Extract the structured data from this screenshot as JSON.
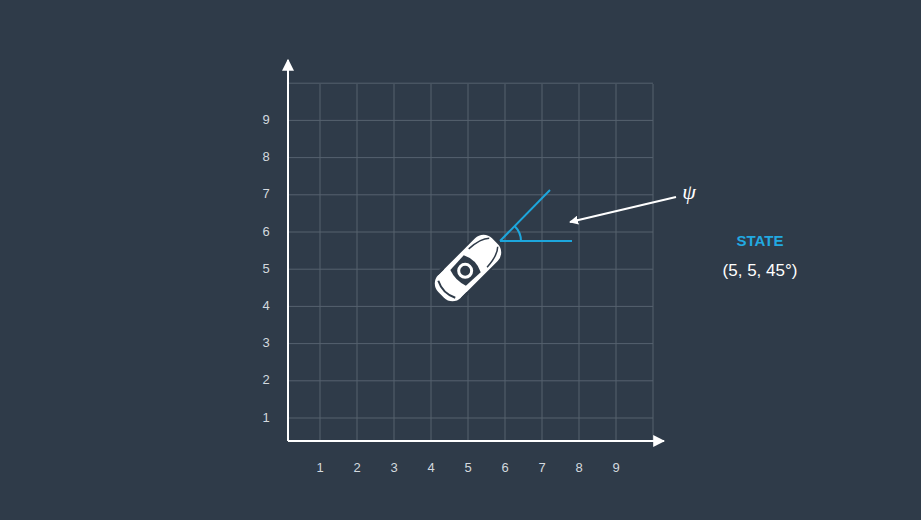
{
  "diagram": {
    "labels": [
      "9",
      "8",
      "7",
      "6",
      "5",
      "4",
      "3",
      "2",
      "1",
      "1",
      "2",
      "3",
      "4",
      "5",
      "6",
      "7",
      "8",
      "9",
      "ψ",
      "STATE",
      "(5, 5, 45°)"
    ]
  }
}
